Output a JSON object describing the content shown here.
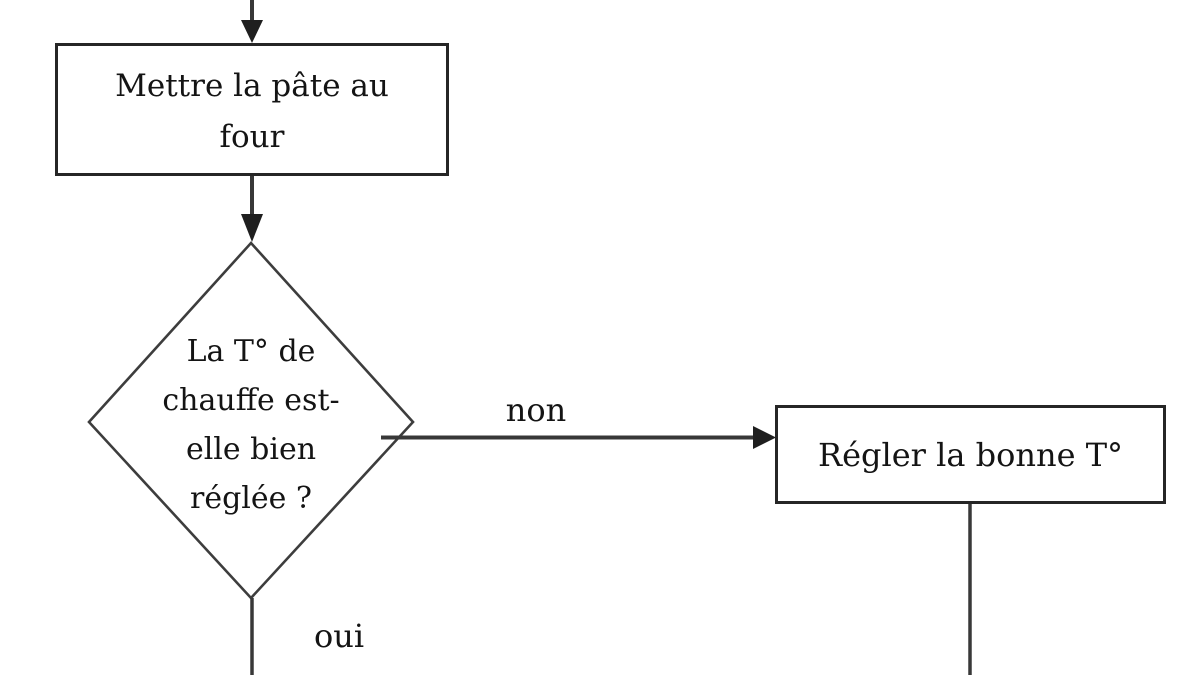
{
  "flowchart": {
    "background_color": "#ffffff",
    "line_color": "#383838",
    "border_color": "#262626",
    "text_color": "#141414",
    "nodes": {
      "mettre_four": {
        "shape": "rectangle",
        "lines": [
          "Mettre la pâte au",
          "four"
        ]
      },
      "decision_temperature": {
        "shape": "diamond",
        "lines": [
          "La T° de",
          "chauffe est-",
          "elle bien",
          "réglée ?"
        ]
      },
      "regler_temperature": {
        "shape": "rectangle",
        "lines": [
          "Régler la bonne T°"
        ]
      }
    },
    "edge_labels": {
      "non": "non",
      "oui": "oui"
    }
  }
}
